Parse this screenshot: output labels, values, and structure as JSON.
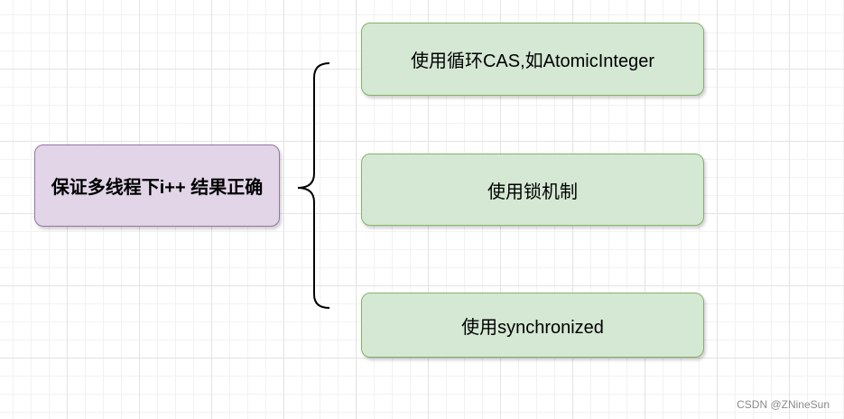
{
  "diagram": {
    "root": {
      "label": "保证多线程下i++ 结果正确",
      "fill": "#e1d5e7",
      "stroke": "#9673a6"
    },
    "branches": [
      {
        "label": "使用循环CAS,如AtomicInteger",
        "fill": "#d5e8d4",
        "stroke": "#82b366"
      },
      {
        "label": "使用锁机制",
        "fill": "#d5e8d4",
        "stroke": "#82b366"
      },
      {
        "label": "使用synchronized",
        "fill": "#d5e8d4",
        "stroke": "#82b366"
      }
    ],
    "connector": "curly-brace"
  },
  "watermark": "CSDN @ZNineSun"
}
